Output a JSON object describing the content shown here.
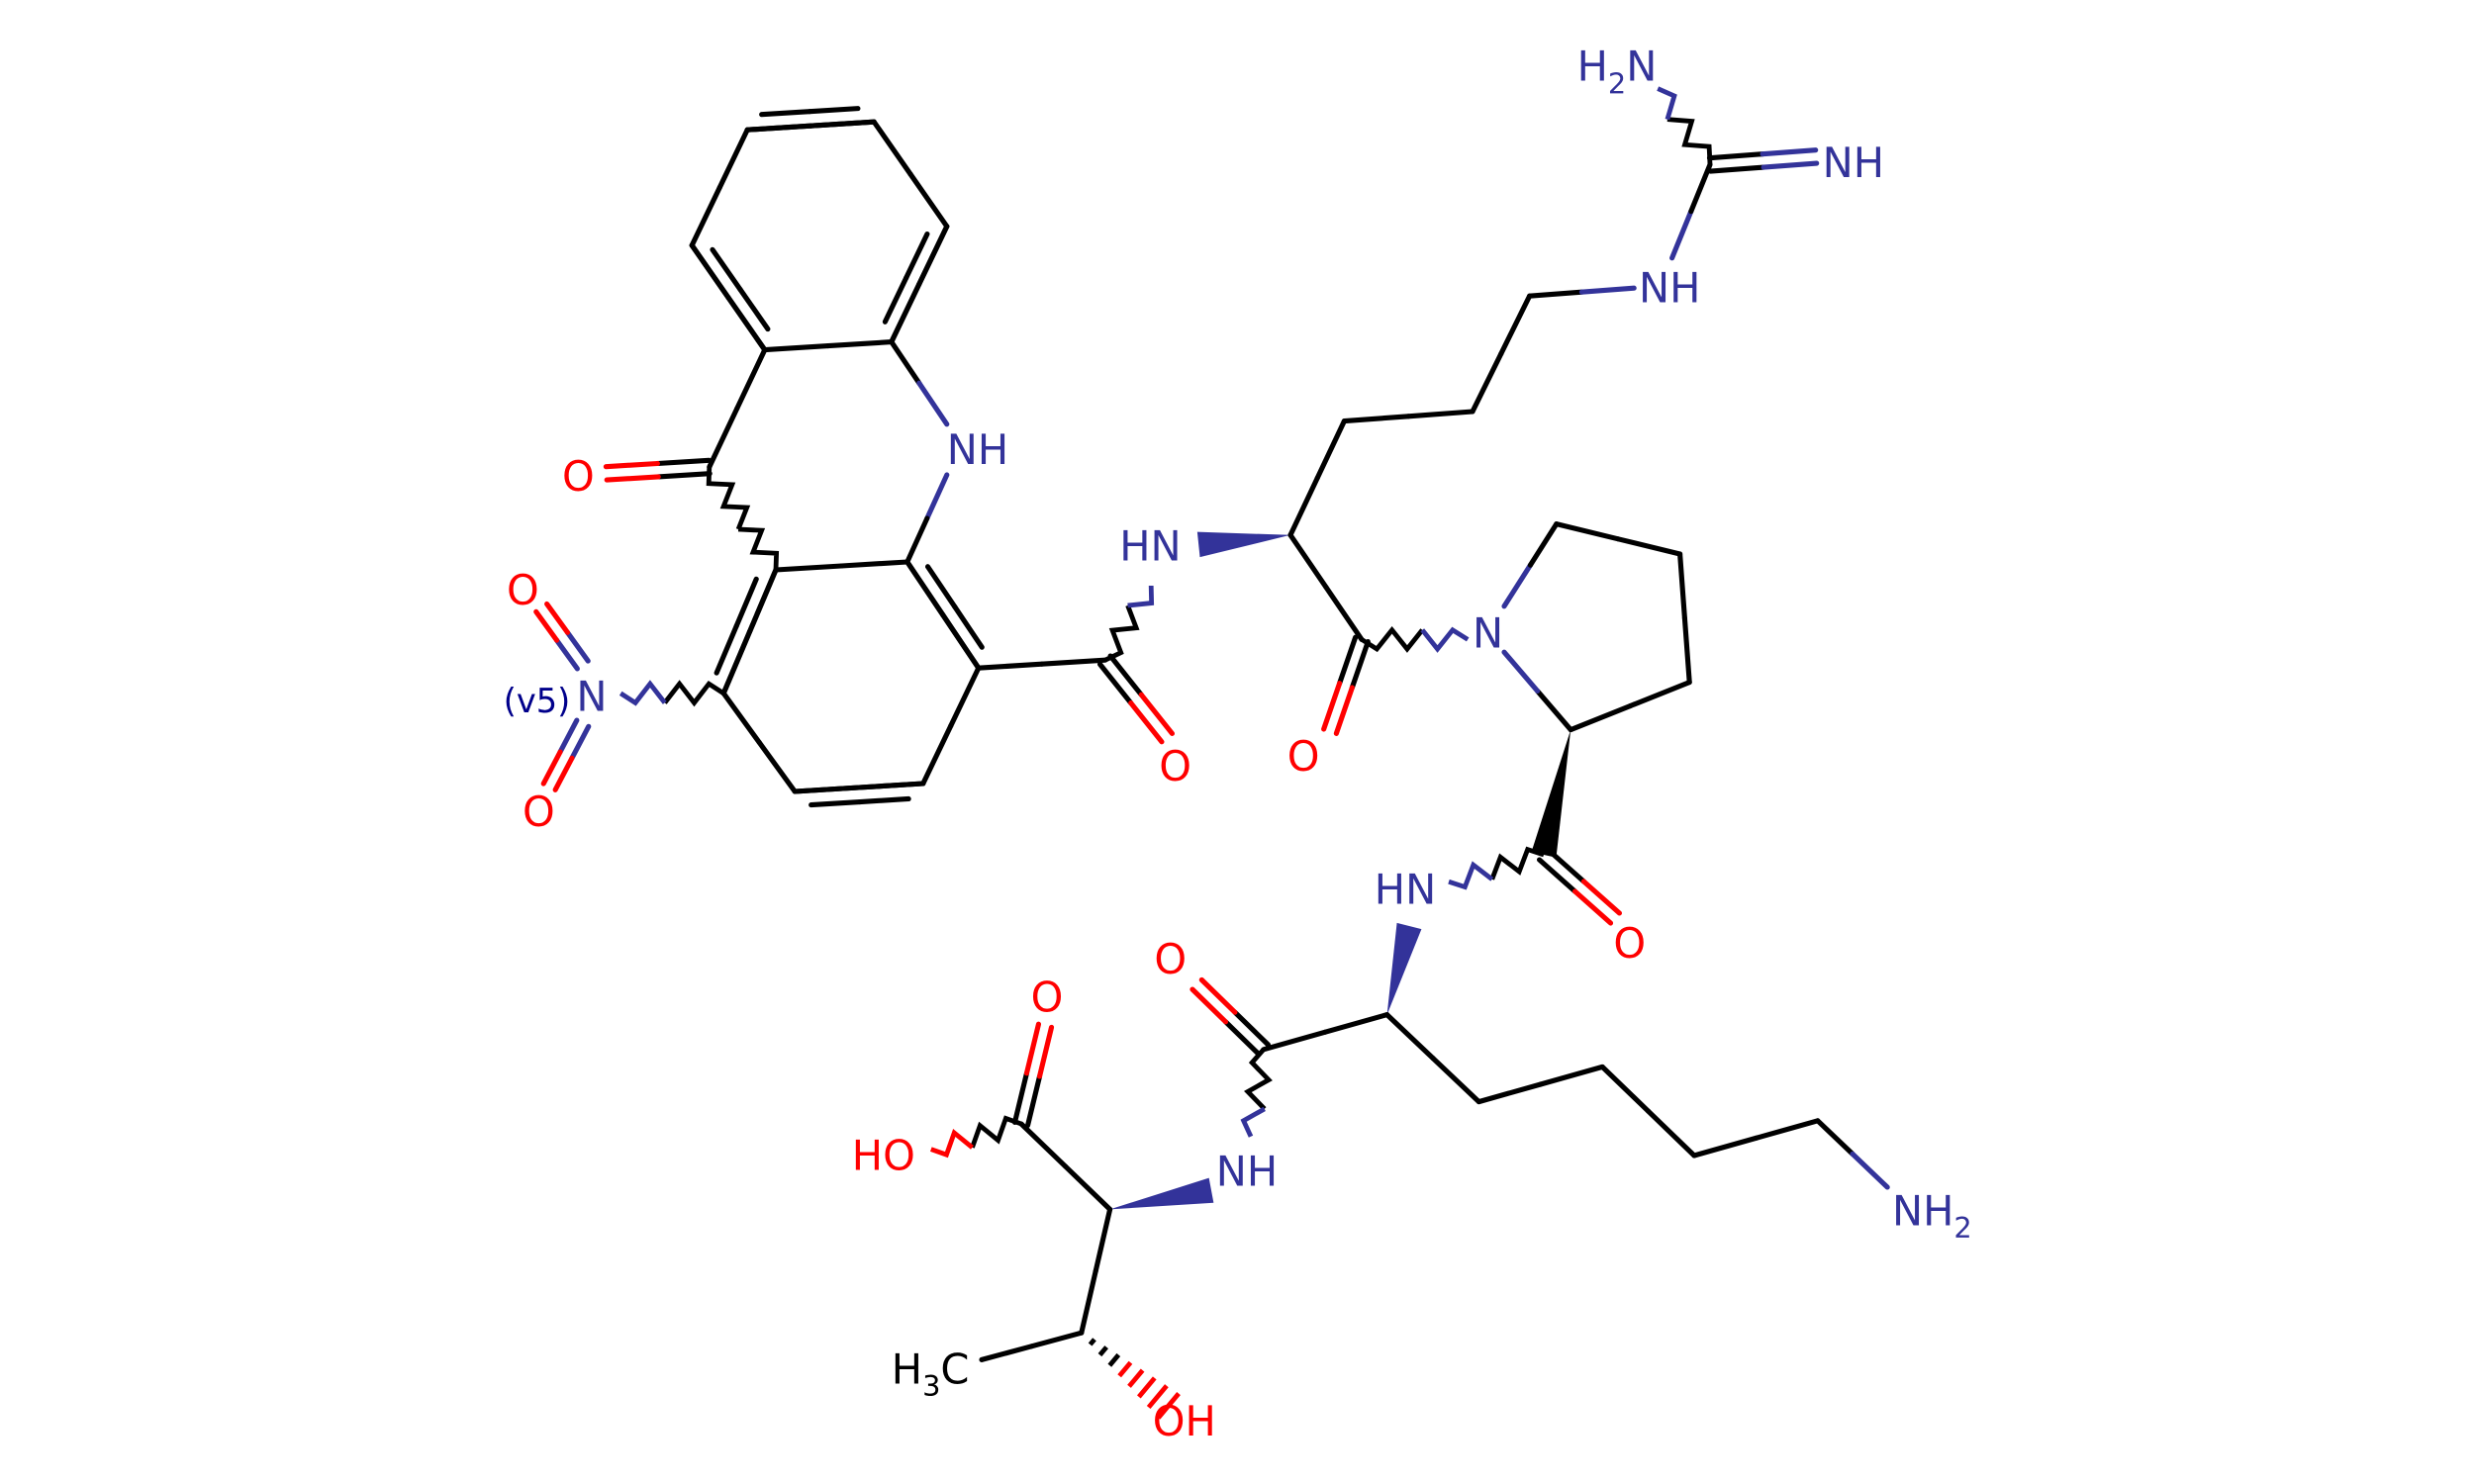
{
  "title": "Peptide-acridone conjugate structure",
  "colors": {
    "carbon": "#000000",
    "nitrogen": "#33339a",
    "oxygen": "#ff0000",
    "annotation": "#00008b"
  },
  "labels": {
    "nh_acridone": "NH",
    "o_ketone": "O",
    "nitro_n": "N",
    "nitro_note": "(v5)",
    "nitro_o1": "O",
    "nitro_o2": "O",
    "amide1_o": "O",
    "amide1_hn": "HN",
    "guan_nh": "NH",
    "guan_imine": "NH",
    "guan_h2n_h": "H",
    "guan_h2n_2": "2",
    "guan_h2n_n": "N",
    "arg_o": "O",
    "pro_n": "N",
    "pro_o": "O",
    "pro_hn": "HN",
    "lys_o": "O",
    "lys_nh": "NH",
    "lys_nh2": "NH",
    "lys_nh2_sub": "2",
    "thr_o": "O",
    "thr_ho": "HO",
    "thr_ch3_h": "H",
    "thr_ch3_sub": "3",
    "thr_ch3_c": "C",
    "thr_oh": "OH"
  }
}
